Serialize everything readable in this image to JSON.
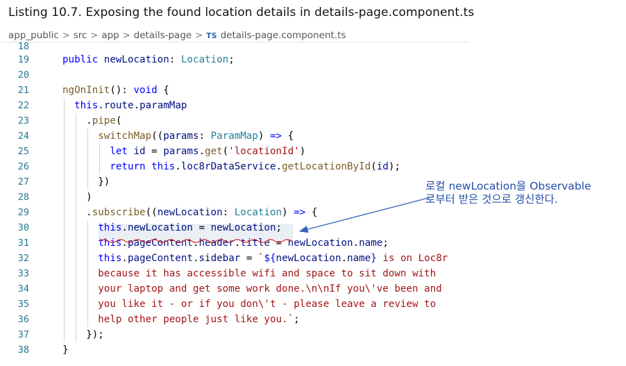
{
  "caption": "Listing 10.7. Exposing the found location details in details-page.component.ts",
  "breadcrumb": {
    "items": [
      "app_public",
      "src",
      "app",
      "details-page"
    ],
    "file_badge": "TS",
    "file_name": "details-page.component.ts",
    "separator": ">"
  },
  "annotation": {
    "line1": "로컬 newLocation을 Observable",
    "line2": "로부터 받은 것으로 갱신한다."
  },
  "colors": {
    "keyword": "#0000ff",
    "type": "#267f99",
    "function": "#795e26",
    "property": "#001080",
    "string": "#a31515",
    "line_number": "#237893",
    "annotation": "#1f4fa8",
    "squiggle": "#e02020"
  },
  "code_lines": [
    {
      "n": "18",
      "segments": []
    },
    {
      "n": "19",
      "segments": [
        [
          "kw",
          "public "
        ],
        [
          "pr",
          "newLocation"
        ],
        [
          "tx",
          ": "
        ],
        [
          "ty",
          "Location"
        ],
        [
          "tx",
          ";"
        ]
      ]
    },
    {
      "n": "20",
      "segments": []
    },
    {
      "n": "21",
      "segments": [
        [
          "fn",
          "ngOnInit"
        ],
        [
          "tx",
          "(): "
        ],
        [
          "kw",
          "void"
        ],
        [
          "tx",
          " {"
        ]
      ]
    },
    {
      "n": "22",
      "segments": [
        [
          "tx",
          "  "
        ],
        [
          "kw",
          "this"
        ],
        [
          "tx",
          "."
        ],
        [
          "pr",
          "route"
        ],
        [
          "tx",
          "."
        ],
        [
          "pr",
          "paramMap"
        ]
      ]
    },
    {
      "n": "23",
      "segments": [
        [
          "tx",
          "    ."
        ],
        [
          "fn",
          "pipe"
        ],
        [
          "tx",
          "("
        ]
      ]
    },
    {
      "n": "24",
      "segments": [
        [
          "tx",
          "      "
        ],
        [
          "fn",
          "switchMap"
        ],
        [
          "tx",
          "(("
        ],
        [
          "pr",
          "params"
        ],
        [
          "tx",
          ": "
        ],
        [
          "ty",
          "ParamMap"
        ],
        [
          "tx",
          ") "
        ],
        [
          "kw",
          "=>"
        ],
        [
          "tx",
          " {"
        ]
      ]
    },
    {
      "n": "25",
      "segments": [
        [
          "tx",
          "        "
        ],
        [
          "kw",
          "let "
        ],
        [
          "pr",
          "id"
        ],
        [
          "tx",
          " = "
        ],
        [
          "pr",
          "params"
        ],
        [
          "tx",
          "."
        ],
        [
          "fn",
          "get"
        ],
        [
          "tx",
          "("
        ],
        [
          "st",
          "'locationId'"
        ],
        [
          "tx",
          ")"
        ]
      ]
    },
    {
      "n": "26",
      "segments": [
        [
          "tx",
          "        "
        ],
        [
          "kw",
          "return "
        ],
        [
          "kw",
          "this"
        ],
        [
          "tx",
          "."
        ],
        [
          "pr",
          "loc8rDataService"
        ],
        [
          "tx",
          "."
        ],
        [
          "fn",
          "getLocationById"
        ],
        [
          "tx",
          "("
        ],
        [
          "pr",
          "id"
        ],
        [
          "tx",
          ");"
        ]
      ]
    },
    {
      "n": "27",
      "segments": [
        [
          "tx",
          "      })"
        ]
      ]
    },
    {
      "n": "28",
      "segments": [
        [
          "tx",
          "    )"
        ]
      ]
    },
    {
      "n": "29",
      "segments": [
        [
          "tx",
          "    ."
        ],
        [
          "fn",
          "subscribe"
        ],
        [
          "tx",
          "(("
        ],
        [
          "pr",
          "newLocation"
        ],
        [
          "tx",
          ": "
        ],
        [
          "ty",
          "Location"
        ],
        [
          "tx",
          ") "
        ],
        [
          "kw",
          "=>"
        ],
        [
          "tx",
          " {"
        ]
      ]
    },
    {
      "n": "30",
      "segments": [
        [
          "tx",
          "      "
        ],
        [
          "kw",
          "this"
        ],
        [
          "tx",
          "."
        ],
        [
          "pr",
          "newLocation"
        ],
        [
          "tx",
          " = "
        ],
        [
          "pr",
          "newLocation"
        ],
        [
          "tx",
          ";"
        ]
      ]
    },
    {
      "n": "31",
      "segments": [
        [
          "tx",
          "      "
        ],
        [
          "kw",
          "this"
        ],
        [
          "tx",
          "."
        ],
        [
          "pr",
          "pageContent"
        ],
        [
          "tx",
          "."
        ],
        [
          "pr",
          "header"
        ],
        [
          "tx",
          "."
        ],
        [
          "pr",
          "title"
        ],
        [
          "tx",
          " = "
        ],
        [
          "pr",
          "newLocation"
        ],
        [
          "tx",
          "."
        ],
        [
          "pr",
          "name"
        ],
        [
          "tx",
          ";"
        ]
      ]
    },
    {
      "n": "32",
      "segments": [
        [
          "tx",
          "      "
        ],
        [
          "kw",
          "this"
        ],
        [
          "tx",
          "."
        ],
        [
          "pr",
          "pageContent"
        ],
        [
          "tx",
          "."
        ],
        [
          "pr",
          "sidebar"
        ],
        [
          "tx",
          " = "
        ],
        [
          "st",
          "`"
        ],
        [
          "kw",
          "${"
        ],
        [
          "pr",
          "newLocation"
        ],
        [
          "tx",
          "."
        ],
        [
          "pr",
          "name"
        ],
        [
          "kw",
          "}"
        ],
        [
          "st",
          " is on Loc8r"
        ]
      ]
    },
    {
      "n": "33",
      "segments": [
        [
          "st",
          "      because it has accessible wifi and space to sit down with"
        ]
      ]
    },
    {
      "n": "34",
      "segments": [
        [
          "st",
          "      your laptop and get some work done.\\n\\nIf you\\'ve been and"
        ]
      ]
    },
    {
      "n": "35",
      "segments": [
        [
          "st",
          "      you like it - or if you don\\'t - please leave a review to"
        ]
      ]
    },
    {
      "n": "36",
      "segments": [
        [
          "st",
          "      help other people just like you.`"
        ],
        [
          "tx",
          ";"
        ]
      ]
    },
    {
      "n": "37",
      "segments": [
        [
          "tx",
          "    });"
        ]
      ]
    },
    {
      "n": "38",
      "segments": [
        [
          "tx",
          "}"
        ]
      ]
    }
  ]
}
